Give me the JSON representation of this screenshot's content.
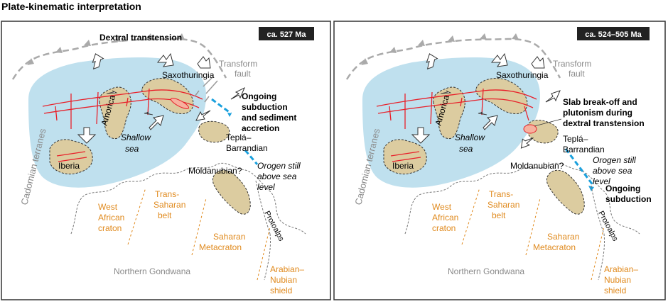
{
  "title": "Plate-kinematic interpretation",
  "colors": {
    "sea": "#bfe0ee",
    "terrane": "#dccca0",
    "fault": "#e8202a",
    "orange": "#e08a1e",
    "subduction": "#1aa0dd",
    "grey": "#9a9a9a",
    "badge": "#222222"
  },
  "panels": [
    {
      "age": "ca. 527 Ma",
      "dextral": "Dextral transtension",
      "transform": [
        "Transform",
        "fault"
      ],
      "cadomian": "Cadomian terranes",
      "saxothuringia": "Saxothuringia",
      "america": "Amorica",
      "iberia": "Iberia",
      "shallow": [
        "Shallow",
        "sea"
      ],
      "tepla": [
        "Teplá–",
        "Barrandian"
      ],
      "moldanubian": "Moldanubian?",
      "ongoing": [
        "Ongoing",
        "subduction",
        "and sediment",
        "accretion"
      ],
      "orogen": [
        "Orogen still",
        "above sea",
        "level"
      ],
      "west_african": [
        "West",
        "African",
        "craton"
      ],
      "trans_saharan": [
        "Trans-",
        "Saharan",
        "belt"
      ],
      "saharan_meta": [
        "Saharan",
        "Metacraton"
      ],
      "protoalps": "Protoalps",
      "northern_gondwana": "Northern Gondwana",
      "arabian": [
        "Arabian–",
        "Nubian",
        "shield"
      ]
    },
    {
      "age": "ca. 524–505 Ma",
      "transform": [
        "Transform",
        "fault"
      ],
      "cadomian": "Cadomian terranes",
      "saxothuringia": "Saxothuringia",
      "america": "Amorica",
      "iberia": "Iberia",
      "shallow": [
        "Shallow",
        "sea"
      ],
      "slab": [
        "Slab break-off and",
        "plutonism during",
        "dextral transtension"
      ],
      "tepla": [
        "Teplá–",
        "Barrandian"
      ],
      "moldanubian": "Moldanubian?",
      "orogen": [
        "Orogen still",
        "above sea",
        "level"
      ],
      "ongoing": [
        "Ongoing",
        "subduction"
      ],
      "west_african": [
        "West",
        "African",
        "craton"
      ],
      "trans_saharan": [
        "Trans-",
        "Saharan",
        "belt"
      ],
      "saharan_meta": [
        "Saharan",
        "Metacraton"
      ],
      "protoalps": "Protoalps",
      "northern_gondwana": "Northern Gondwana",
      "arabian": [
        "Arabian–",
        "Nubian",
        "shield"
      ]
    }
  ]
}
